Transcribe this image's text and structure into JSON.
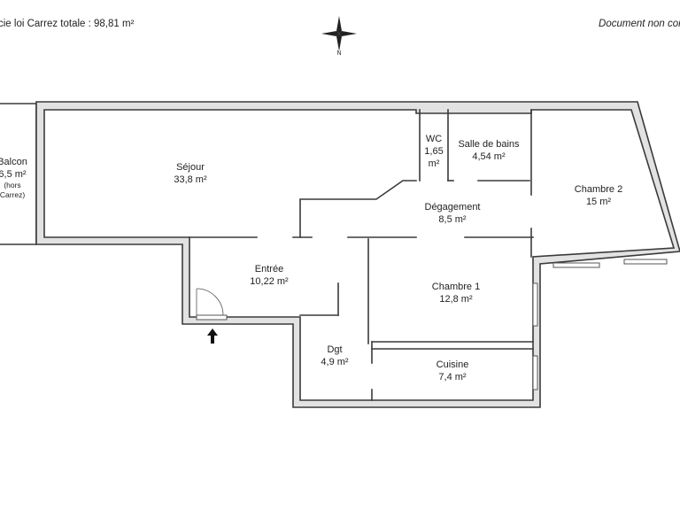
{
  "header": {
    "left_text": "cie loi Carrez totale :  98,81 m²",
    "right_text": "Document non cor"
  },
  "compass": {
    "label": "N",
    "icon": "compass-rose-icon"
  },
  "rooms": {
    "balcon": {
      "name": "Balcon",
      "area": "6,5 m²",
      "note1": "(hors",
      "note2": "Carrez)"
    },
    "sejour": {
      "name": "Séjour",
      "area": "33,8 m²"
    },
    "wc": {
      "name": "WC",
      "area1": "1,65",
      "area2": "m²"
    },
    "salle_de_bains": {
      "name": "Salle de bains",
      "area": "4,54 m²"
    },
    "chambre2": {
      "name": "Chambre 2",
      "area": "15 m²"
    },
    "degagement": {
      "name": "Dégagement",
      "area": "8,5 m²"
    },
    "entree": {
      "name": "Entrée",
      "area": "10,22 m²"
    },
    "chambre1": {
      "name": "Chambre 1",
      "area": "12,8 m²"
    },
    "dgt": {
      "name": "Dgt",
      "area": "4,9 m²"
    },
    "cuisine": {
      "name": "Cuisine",
      "area": "7,4 m²"
    }
  },
  "entry_marker": {
    "icon": "arrow-up-icon"
  },
  "colors": {
    "wall_fill": "#e2e2e2",
    "wall_stroke": "#3a3a3a",
    "text": "#222222"
  }
}
